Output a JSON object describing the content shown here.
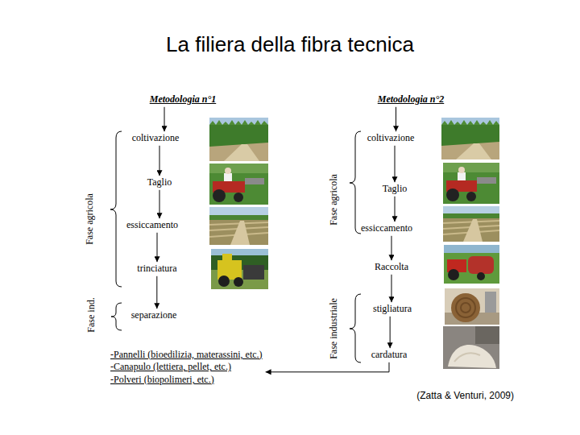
{
  "diagram": {
    "title": "La filiera della fibra tecnica",
    "caption": "(Zatta & Venturi, 2009)",
    "nodes": [
      {
        "text": [
          "Metodologia n°1"
        ]
      },
      {
        "text": [
          "coltivazione"
        ]
      },
      {
        "text": [
          "Taglio"
        ]
      },
      {
        "text": [
          "essiccamento"
        ]
      },
      {
        "text": [
          "trinciatura"
        ]
      },
      {
        "text": [
          "separazione"
        ]
      },
      {
        "text": [
          "-Pannelli (bioedilizia, materassini, etc.)",
          "-Canapulo (lettiera, pellet, etc.)",
          "-Polveri (biopolimeri, etc.)"
        ]
      },
      {
        "text": [
          "Metodologia n°2"
        ]
      },
      {
        "text": [
          "coltivazione"
        ]
      },
      {
        "text": [
          "Taglio"
        ]
      },
      {
        "text": [
          "essiccamento"
        ]
      },
      {
        "text": [
          "Raccolta"
        ]
      },
      {
        "text": [
          "stigliatura"
        ]
      },
      {
        "text": [
          "cardatura"
        ]
      }
    ],
    "edges": [
      {
        "from": 0,
        "to": 1,
        "arrow": "to"
      },
      {
        "from": 1,
        "to": 2,
        "arrow": "to"
      },
      {
        "from": 2,
        "to": 3,
        "arrow": "to"
      },
      {
        "from": 3,
        "to": 4,
        "arrow": "to"
      },
      {
        "from": 4,
        "to": 5,
        "arrow": "to"
      },
      {
        "from": 7,
        "to": 8,
        "arrow": "to"
      },
      {
        "from": 8,
        "to": 9,
        "arrow": "to"
      },
      {
        "from": 9,
        "to": 10,
        "arrow": "to"
      },
      {
        "from": 10,
        "to": 11,
        "arrow": "to"
      },
      {
        "from": 11,
        "to": 12,
        "arrow": "to"
      },
      {
        "from": 12,
        "to": 13,
        "arrow": "to"
      },
      {
        "from": 13,
        "to": 6,
        "arrow": "to"
      }
    ],
    "labels": [
      "Fase agricola",
      "Fase ind.",
      "Fase agricola",
      "Fase industriale"
    ]
  }
}
